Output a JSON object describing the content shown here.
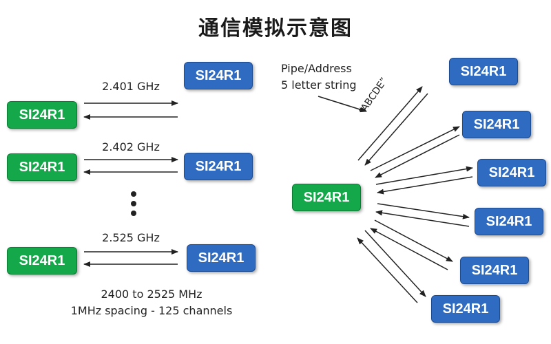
{
  "title": "通信模拟示意图",
  "module_label": "SI24R1",
  "channels": [
    {
      "freq": "2.401 GHz"
    },
    {
      "freq": "2.402 GHz"
    },
    {
      "freq": "2.525 GHz"
    }
  ],
  "range_note": {
    "line1": "2400 to 2525 MHz",
    "line2": "1MHz spacing - 125 channels"
  },
  "pipe_note": {
    "line1": "Pipe/Address",
    "line2": "5 letter string"
  },
  "address_example": "“ABCDE”",
  "colors": {
    "green_module": "#14a84a",
    "blue_module": "#2f6bc0",
    "arrow": "#222222"
  }
}
